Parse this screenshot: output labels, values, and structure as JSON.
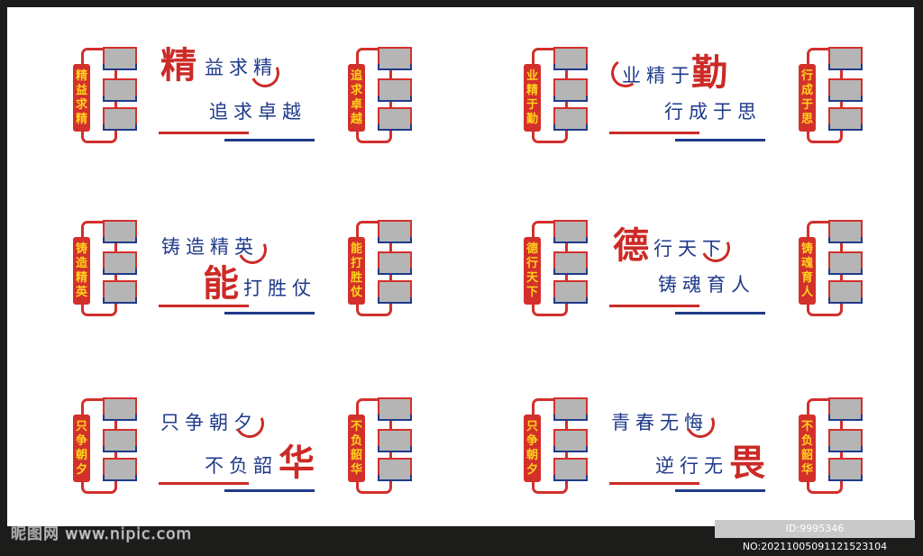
{
  "colors": {
    "red": "#cc2a26",
    "blue": "#1f3a8a",
    "gold": "#ffd21a",
    "slot_gray": "#b5b5b5",
    "frame": "#1c1c1a"
  },
  "panels": [
    {
      "left_label": [
        "精",
        "益",
        "求",
        "精"
      ],
      "right_label": [
        "追",
        "求",
        "卓",
        "越"
      ],
      "slogan": {
        "line1": "益求精",
        "line1_big": "精",
        "line2": "追求卓越"
      }
    },
    {
      "left_label": [
        "业",
        "精",
        "于",
        "勤"
      ],
      "right_label": [
        "行",
        "成",
        "于",
        "思"
      ],
      "slogan": {
        "line1": "业精于",
        "line1_big": "勤",
        "line2": "行成于思"
      }
    },
    {
      "left_label": [
        "铸",
        "造",
        "精",
        "英"
      ],
      "right_label": [
        "能",
        "打",
        "胜",
        "仗"
      ],
      "slogan": {
        "line1": "铸造精英",
        "line2_big": "能",
        "line2": "打胜仗"
      }
    },
    {
      "left_label": [
        "德",
        "行",
        "天",
        "下"
      ],
      "right_label": [
        "铸",
        "魂",
        "育",
        "人"
      ],
      "slogan": {
        "line1": "行天下",
        "line1_big": "德",
        "line2": "铸魂育人"
      }
    },
    {
      "left_label": [
        "只",
        "争",
        "朝",
        "夕"
      ],
      "right_label": [
        "不",
        "负",
        "韶",
        "华"
      ],
      "slogan": {
        "line1": "只争朝夕",
        "line2": "不负韶",
        "line2_big": "华"
      }
    },
    {
      "left_label": [
        "只",
        "争",
        "朝",
        "夕"
      ],
      "right_label": [
        "不",
        "负",
        "韶",
        "华"
      ],
      "slogan": {
        "line1": "青春无悔",
        "line2": "逆行无",
        "line2_big": "畏"
      }
    }
  ],
  "watermark": {
    "site": "昵图网 www.nipic.com",
    "id_text": "ID:9995346 NO:20211005091121523104"
  }
}
